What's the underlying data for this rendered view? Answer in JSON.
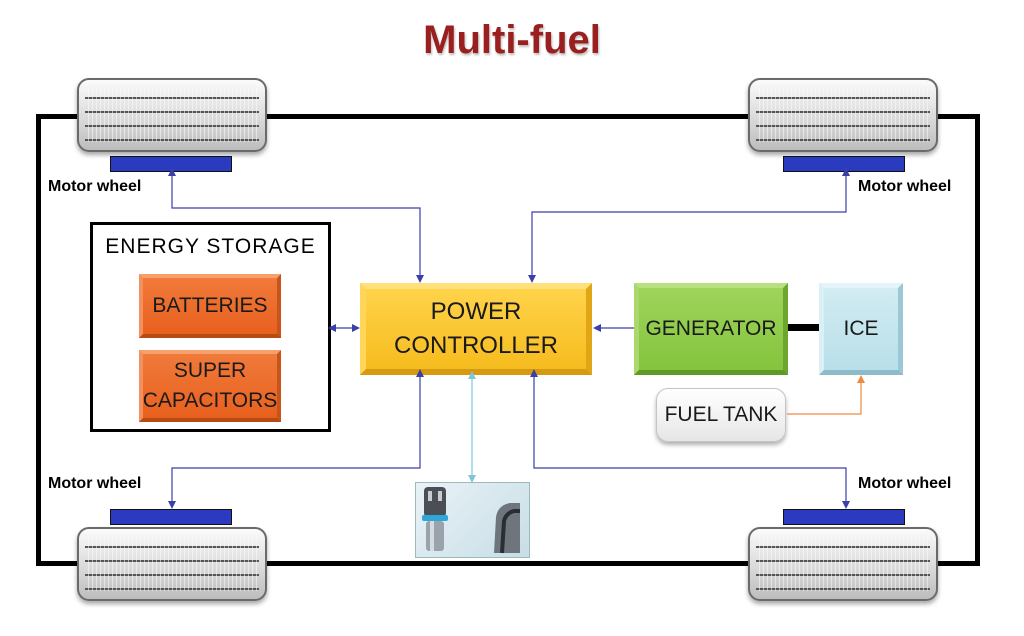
{
  "title": "Multi-fuel",
  "motor_wheel_label": "Motor wheel",
  "energy_storage": {
    "title": "ENERGY STORAGE",
    "batteries": "BATTERIES",
    "supercapacitors_line1": "SUPER",
    "supercapacitors_line2": "CAPACITORS"
  },
  "power_controller": {
    "line1": "POWER",
    "line2": "CONTROLLER"
  },
  "generator": "GENERATOR",
  "ice": "ICE",
  "fuel_tank": "FUEL TANK",
  "colors": {
    "title": "#9a1f1f",
    "arrow_blue": "#3b3fa8",
    "arrow_light_blue": "#7fc6d8",
    "arrow_orange": "#f08a40",
    "motor": "#2b3bbf"
  },
  "icons": {
    "charger": "charging-plug-photo"
  }
}
